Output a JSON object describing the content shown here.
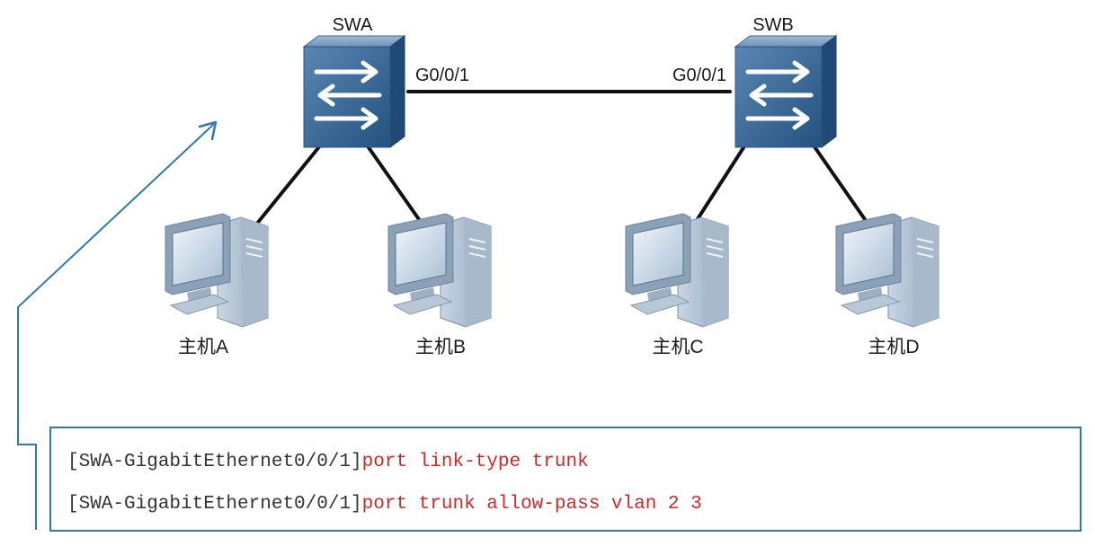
{
  "switches": [
    {
      "name": "SWA",
      "port": "G0/0/1"
    },
    {
      "name": "SWB",
      "port": "G0/0/1"
    }
  ],
  "hosts": [
    {
      "label": "主机A"
    },
    {
      "label": "主机B"
    },
    {
      "label": "主机C"
    },
    {
      "label": "主机D"
    }
  ],
  "commands": [
    {
      "prompt": "[SWA-GigabitEthernet0/0/1]",
      "text": "port link-type trunk"
    },
    {
      "prompt": "[SWA-GigabitEthernet0/0/1]",
      "text": "port trunk allow-pass vlan 2 3"
    }
  ],
  "colors": {
    "callout_line": "#2f7aa8",
    "command_text": "#cc2a2a",
    "switch_face": "#2d5d8c",
    "cable": "#111111"
  },
  "icons": {
    "switch": "network-switch-icon",
    "host": "desktop-computer-icon"
  }
}
